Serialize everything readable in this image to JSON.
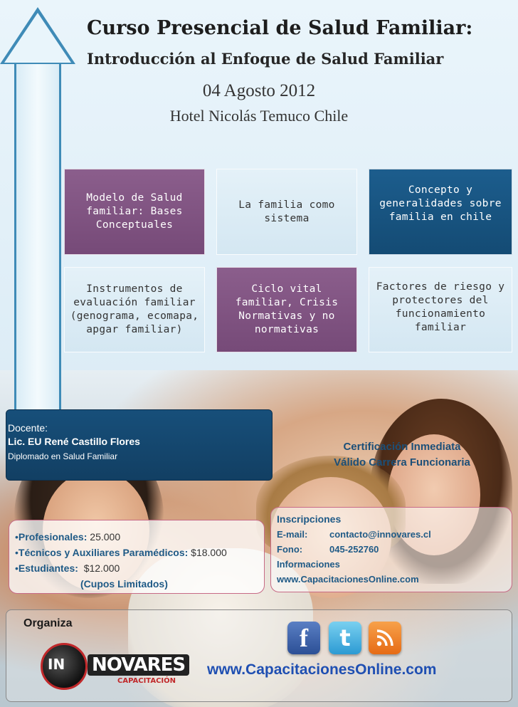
{
  "header": {
    "title": "Curso Presencial de Salud Familiar:",
    "subtitle": "Introducción al Enfoque de Salud Familiar",
    "date": "04 Agosto 2012",
    "venue": "Hotel Nicolás Temuco Chile"
  },
  "topics": [
    {
      "label": "Modelo de Salud familiar: Bases Conceptuales",
      "color": "#7f5381"
    },
    {
      "label": "La familia como sistema",
      "color": "#dcedf6"
    },
    {
      "label": "Concepto y generalidades sobre familia en chile",
      "color": "#185585"
    },
    {
      "label": "Instrumentos de evaluación familiar (genograma, ecomapa, apgar familiar)",
      "color": "#dcedf6"
    },
    {
      "label": "Ciclo vital familiar, Crisis Normativas y no normativas",
      "color": "#7f5381"
    },
    {
      "label": "Factores de riesgo y protectores del funcionamiento familiar",
      "color": "#dcedf6"
    }
  ],
  "docente": {
    "label": "Docente:",
    "name": "Lic. EU René Castillo Flores",
    "title": "Diplomado en Salud  Familiar"
  },
  "certification": {
    "line1": "Certificación Inmediata",
    "line2": "Válido Carrera Funcionaria"
  },
  "prices": {
    "professionals_label": "Profesionales:",
    "professionals_price": "25.000",
    "technicians_label": "Técnicos y Auxiliares Paramédicos:",
    "technicians_price": "$18.000",
    "students_label": "Estudiantes:",
    "students_price": "$12.000",
    "note": "(Cupos Limitados)"
  },
  "inscripciones": {
    "header": "Inscripciones",
    "email_label": "E-mail:",
    "email": "contacto@innovares.cl",
    "phone_label": "Fono:",
    "phone": "045-252760",
    "info_label": "Informaciones",
    "info_url": "www.CapacitacionesOnline.com"
  },
  "organiza": {
    "label": "Organiza",
    "logo_in": "IN",
    "logo_name": "NOVARES",
    "logo_sub": "CAPACITACIÓN",
    "website": "www.CapacitacionesOnline.com"
  },
  "social": {
    "facebook_glyph": "f",
    "twitter_glyph": "t"
  }
}
